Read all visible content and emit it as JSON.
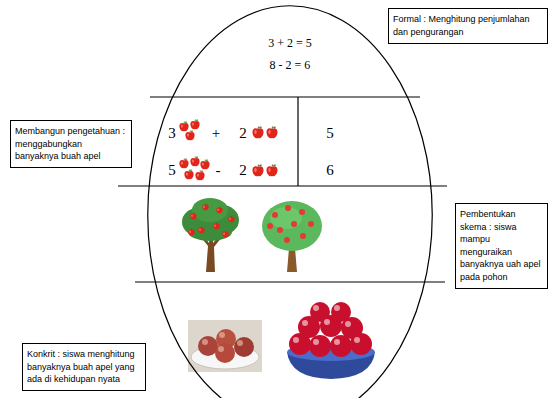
{
  "diagram": {
    "nodes": [
      {
        "text": [
          "3 + 2 = 5",
          "8 - 2 = 6"
        ]
      },
      {
        "text": [
          "Formal : Menghitung penjumlahan dan pengurangan"
        ]
      },
      {
        "text": [
          "Membangun pengetahuan : menggabungkan banyaknya buah apel"
        ]
      },
      {
        "text": [
          "Pembentukan skema : siswa mampu menguraikan banyaknya uah apel pada pohon"
        ]
      },
      {
        "text": [
          "Konkrit : siswa menghitung banyaknya buah apel yang ada di kehidupan nyata"
        ]
      }
    ],
    "labels": [
      "3",
      "+",
      "2",
      "5",
      "5",
      "-",
      "2",
      "6"
    ]
  }
}
